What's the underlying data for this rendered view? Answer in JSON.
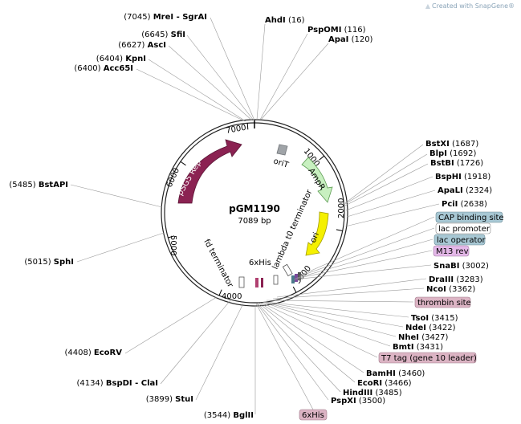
{
  "brand": {
    "text": "Created with SnapGene®"
  },
  "plasmid": {
    "name": "pGM1190",
    "length_label": "7089 bp"
  },
  "ticks": [
    "1000",
    "2000",
    "3000",
    "4000",
    "5000",
    "6000",
    "7000"
  ],
  "left_sites": [
    {
      "num": "(7045)",
      "name": "MreI - SgrAI"
    },
    {
      "num": "(6645)",
      "name": "SfiI"
    },
    {
      "num": "(6627)",
      "name": "AscI"
    },
    {
      "num": "(6404)",
      "name": "KpnI"
    },
    {
      "num": "(6400)",
      "name": "Acc65I"
    },
    {
      "num": "(5485)",
      "name": "BstAPI"
    },
    {
      "num": "(5015)",
      "name": "SphI"
    },
    {
      "num": "(4408)",
      "name": "EcoRV"
    },
    {
      "num": "(4134)",
      "name": "BspDI - ClaI"
    },
    {
      "num": "(3899)",
      "name": "StuI"
    },
    {
      "num": "(3544)",
      "name": "BglII"
    }
  ],
  "top_sites": [
    {
      "name": "AhdI",
      "num": "(16)"
    },
    {
      "name": "PspOMI",
      "num": "(116)"
    },
    {
      "name": "ApaI",
      "num": "(120)"
    }
  ],
  "right_sites": [
    {
      "name": "BstXI",
      "num": "(1687)"
    },
    {
      "name": "BlpI",
      "num": "(1692)"
    },
    {
      "name": "BstBI",
      "num": "(1726)"
    },
    {
      "name": "BspHI",
      "num": "(1918)"
    },
    {
      "name": "ApaLI",
      "num": "(2324)"
    },
    {
      "name": "PciI",
      "num": "(2638)"
    },
    {
      "name": "SnaBI",
      "num": "(3002)"
    },
    {
      "name": "DraIII",
      "num": "(3283)"
    },
    {
      "name": "NcoI",
      "num": "(3362)"
    },
    {
      "name": "TsoI",
      "num": "(3415)"
    },
    {
      "name": "NdeI",
      "num": "(3422)"
    },
    {
      "name": "NheI",
      "num": "(3427)"
    },
    {
      "name": "BmtI",
      "num": "(3431)"
    },
    {
      "name": "BamHI",
      "num": "(3460)"
    },
    {
      "name": "EcoRI",
      "num": "(3466)"
    },
    {
      "name": "HindIII",
      "num": "(3485)"
    },
    {
      "name": "PspXI",
      "num": "(3500)"
    }
  ],
  "feature_boxes": [
    {
      "text": "CAP binding site",
      "fill": "#a8c8d4"
    },
    {
      "text": "lac promoter",
      "fill": "#ffffff"
    },
    {
      "text": "lac operator",
      "fill": "#a8c8d4"
    },
    {
      "text": "M13 rev",
      "fill": "#e4b8e8"
    },
    {
      "text": "thrombin site",
      "fill": "#dcb4c4"
    },
    {
      "text": "T7 tag (gene 10 leader)",
      "fill": "#dcb4c4"
    },
    {
      "text": "6xHis",
      "fill": "#dcb4c4"
    }
  ],
  "features": [
    {
      "label": "pSG5 Rep",
      "color": "#8b2252"
    },
    {
      "label": "AmpR",
      "color": "#c8f0c0"
    },
    {
      "label": "ori",
      "color": "#f5f000"
    },
    {
      "label": "oriT"
    },
    {
      "label": "lambda t0 terminator"
    },
    {
      "label": "fd terminator"
    },
    {
      "label": "6xHis"
    }
  ]
}
